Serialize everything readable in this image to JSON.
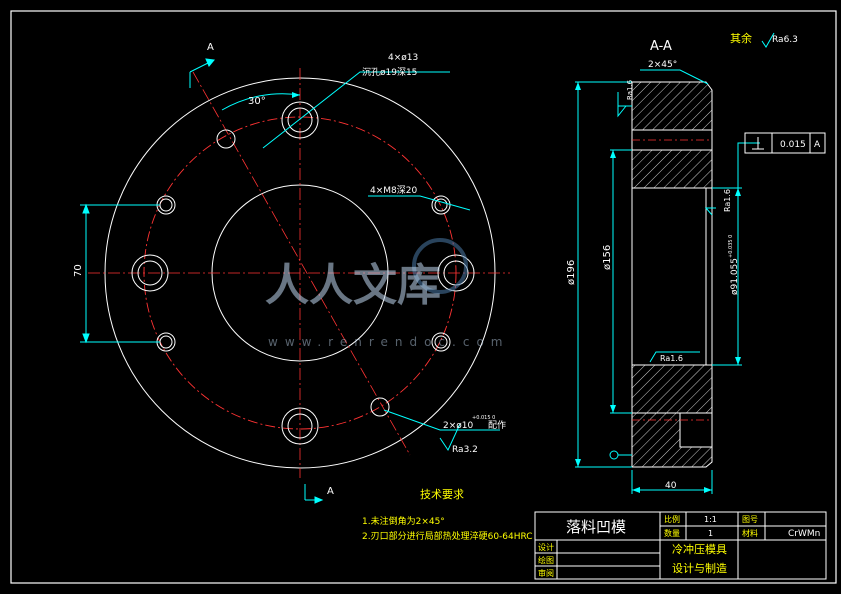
{
  "view_title": "A-A",
  "rest_roughness": {
    "label": "其余",
    "value": "Ra6.3"
  },
  "section_marks": {
    "top": "A",
    "bottom": "A"
  },
  "front_view": {
    "angle": "30°",
    "hole_note_1": "4×ø13",
    "hole_note_2": "沉孔ø19深15",
    "thread_note": "4×M8深20",
    "dim_70": "70",
    "pin_note": "2×ø10",
    "pin_tol": "+0.015 0",
    "pin_suffix": "配作",
    "pin_roughness": "Ra3.2"
  },
  "section_view": {
    "chamfer": "2×45°",
    "ra_top": "Ra1.6",
    "ra_mid": "Ra1.6",
    "ra_bottom": "Ra1.6",
    "dia_outer": "ø196",
    "dia_bore": "ø156",
    "dia_pilot": "ø91.055",
    "dia_pilot_tol": "+0.035 0",
    "width": "40",
    "datum": "A",
    "tolerance_value": "0.015"
  },
  "tech_requirements": {
    "title": "技术要求",
    "items": [
      "1.未注倒角为2×45°",
      "2.刃口部分进行局部热处理淬硬60-64HRC"
    ]
  },
  "title_block": {
    "part_name": "落料凹模",
    "scale_label": "比例",
    "scale_value": "1:1",
    "drawing_no_label": "图号",
    "qty_label": "数量",
    "qty_value": "1",
    "material_label": "材料",
    "material_value": "CrWMn",
    "design_label": "设计",
    "draw_label": "绘图",
    "check_label": "审阅",
    "course_1": "冷冲压模具",
    "course_2": "设计与制造"
  },
  "watermark": {
    "text": "人人文库",
    "url": "www.renrendoc.com"
  }
}
